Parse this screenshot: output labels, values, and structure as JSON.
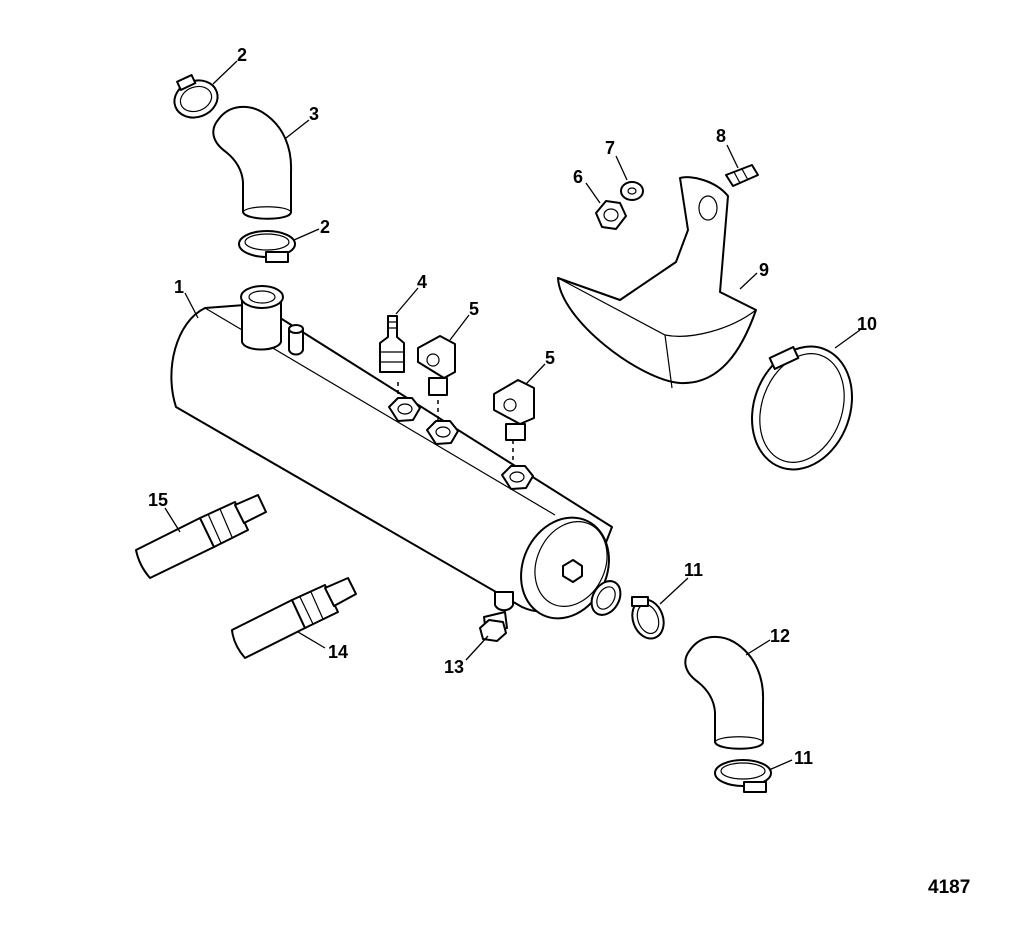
{
  "diagram": {
    "figure_number": "4187",
    "callouts": {
      "c1": "1",
      "c2a": "2",
      "c2b": "2",
      "c3": "3",
      "c4": "4",
      "c5a": "5",
      "c5b": "5",
      "c6": "6",
      "c7": "7",
      "c8": "8",
      "c9": "9",
      "c10": "10",
      "c11a": "11",
      "c11b": "11",
      "c12": "12",
      "c13": "13",
      "c14": "14",
      "c15": "15"
    }
  }
}
